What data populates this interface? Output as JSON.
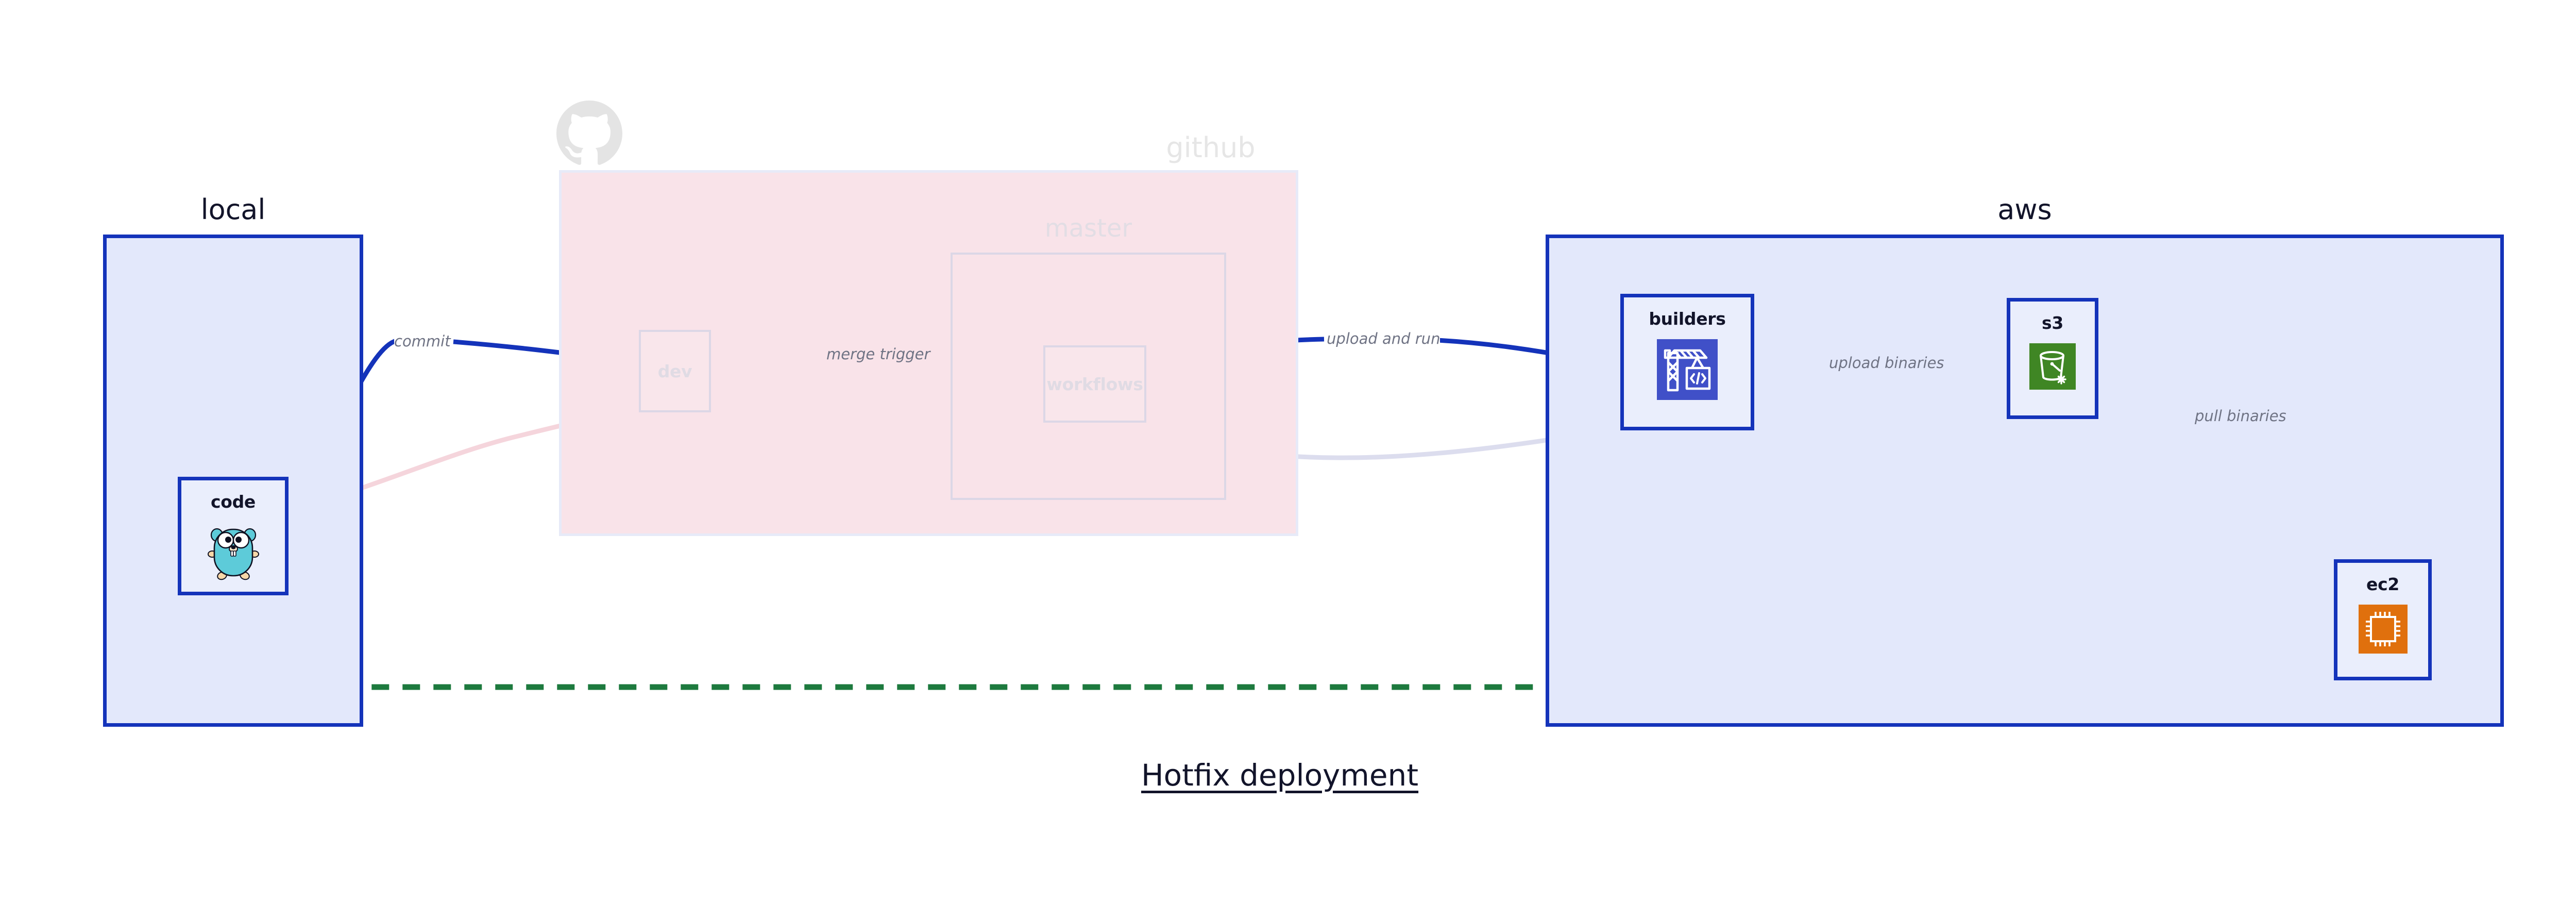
{
  "diagram": {
    "title": "Hotfix deployment",
    "colors": {
      "group_border_blue": "#1433ba",
      "group_fill_blue": "#e3e8fb",
      "github_fill_pink": "#f9e3e9",
      "node_fill": "#eaeefc",
      "edge_blue": "#1433ba",
      "edge_green": "#1d7a3e",
      "faded_gray": "#e0dbe4",
      "label_gray": "#6f7384",
      "builders_icon": "#4050c8",
      "s3_icon": "#3f8624",
      "ec2_icon": "#e0700d",
      "gopher_body": "#5dcbd9"
    }
  },
  "groups": [
    {
      "id": "local",
      "label": "local",
      "faded": false
    },
    {
      "id": "github",
      "label": "github",
      "faded": true
    },
    {
      "id": "aws",
      "label": "aws",
      "faded": false
    }
  ],
  "github_subgroup": {
    "label": "master"
  },
  "nodes": [
    {
      "id": "code",
      "label": "code",
      "icon": "go-gopher-icon",
      "group": "local",
      "faded": false
    },
    {
      "id": "dev",
      "label": "dev",
      "icon": "none",
      "group": "github",
      "faded": true
    },
    {
      "id": "workflows",
      "label": "workflows",
      "icon": "none",
      "group": "github",
      "faded": true
    },
    {
      "id": "builders",
      "label": "builders",
      "icon": "crane-code-icon",
      "group": "aws",
      "faded": false
    },
    {
      "id": "s3",
      "label": "s3",
      "icon": "s3-bucket-icon",
      "group": "aws",
      "faded": false
    },
    {
      "id": "ec2",
      "label": "ec2",
      "icon": "cpu-chip-icon",
      "group": "aws",
      "faded": false
    }
  ],
  "edges": [
    {
      "id": "commit",
      "from": "code",
      "to": "dev",
      "label": "commit",
      "style": "solid",
      "color": "blue"
    },
    {
      "id": "merge-trigger",
      "from": "dev",
      "to": "workflows",
      "label": "merge trigger",
      "style": "solid",
      "color": "blue"
    },
    {
      "id": "upload-and-run",
      "from": "workflows",
      "to": "builders",
      "label": "upload and run",
      "style": "solid",
      "color": "blue"
    },
    {
      "id": "upload-binaries",
      "from": "builders",
      "to": "s3",
      "label": "upload binaries",
      "style": "solid",
      "color": "blue"
    },
    {
      "id": "pull-binaries",
      "from": "s3",
      "to": "ec2",
      "label": "pull binaries",
      "style": "solid",
      "color": "blue"
    },
    {
      "id": "hotfix-direct",
      "from": "code",
      "to": "ec2",
      "label": "",
      "style": "dashed",
      "color": "green"
    }
  ],
  "icons": {
    "github_logo": "github-octocat-icon"
  }
}
